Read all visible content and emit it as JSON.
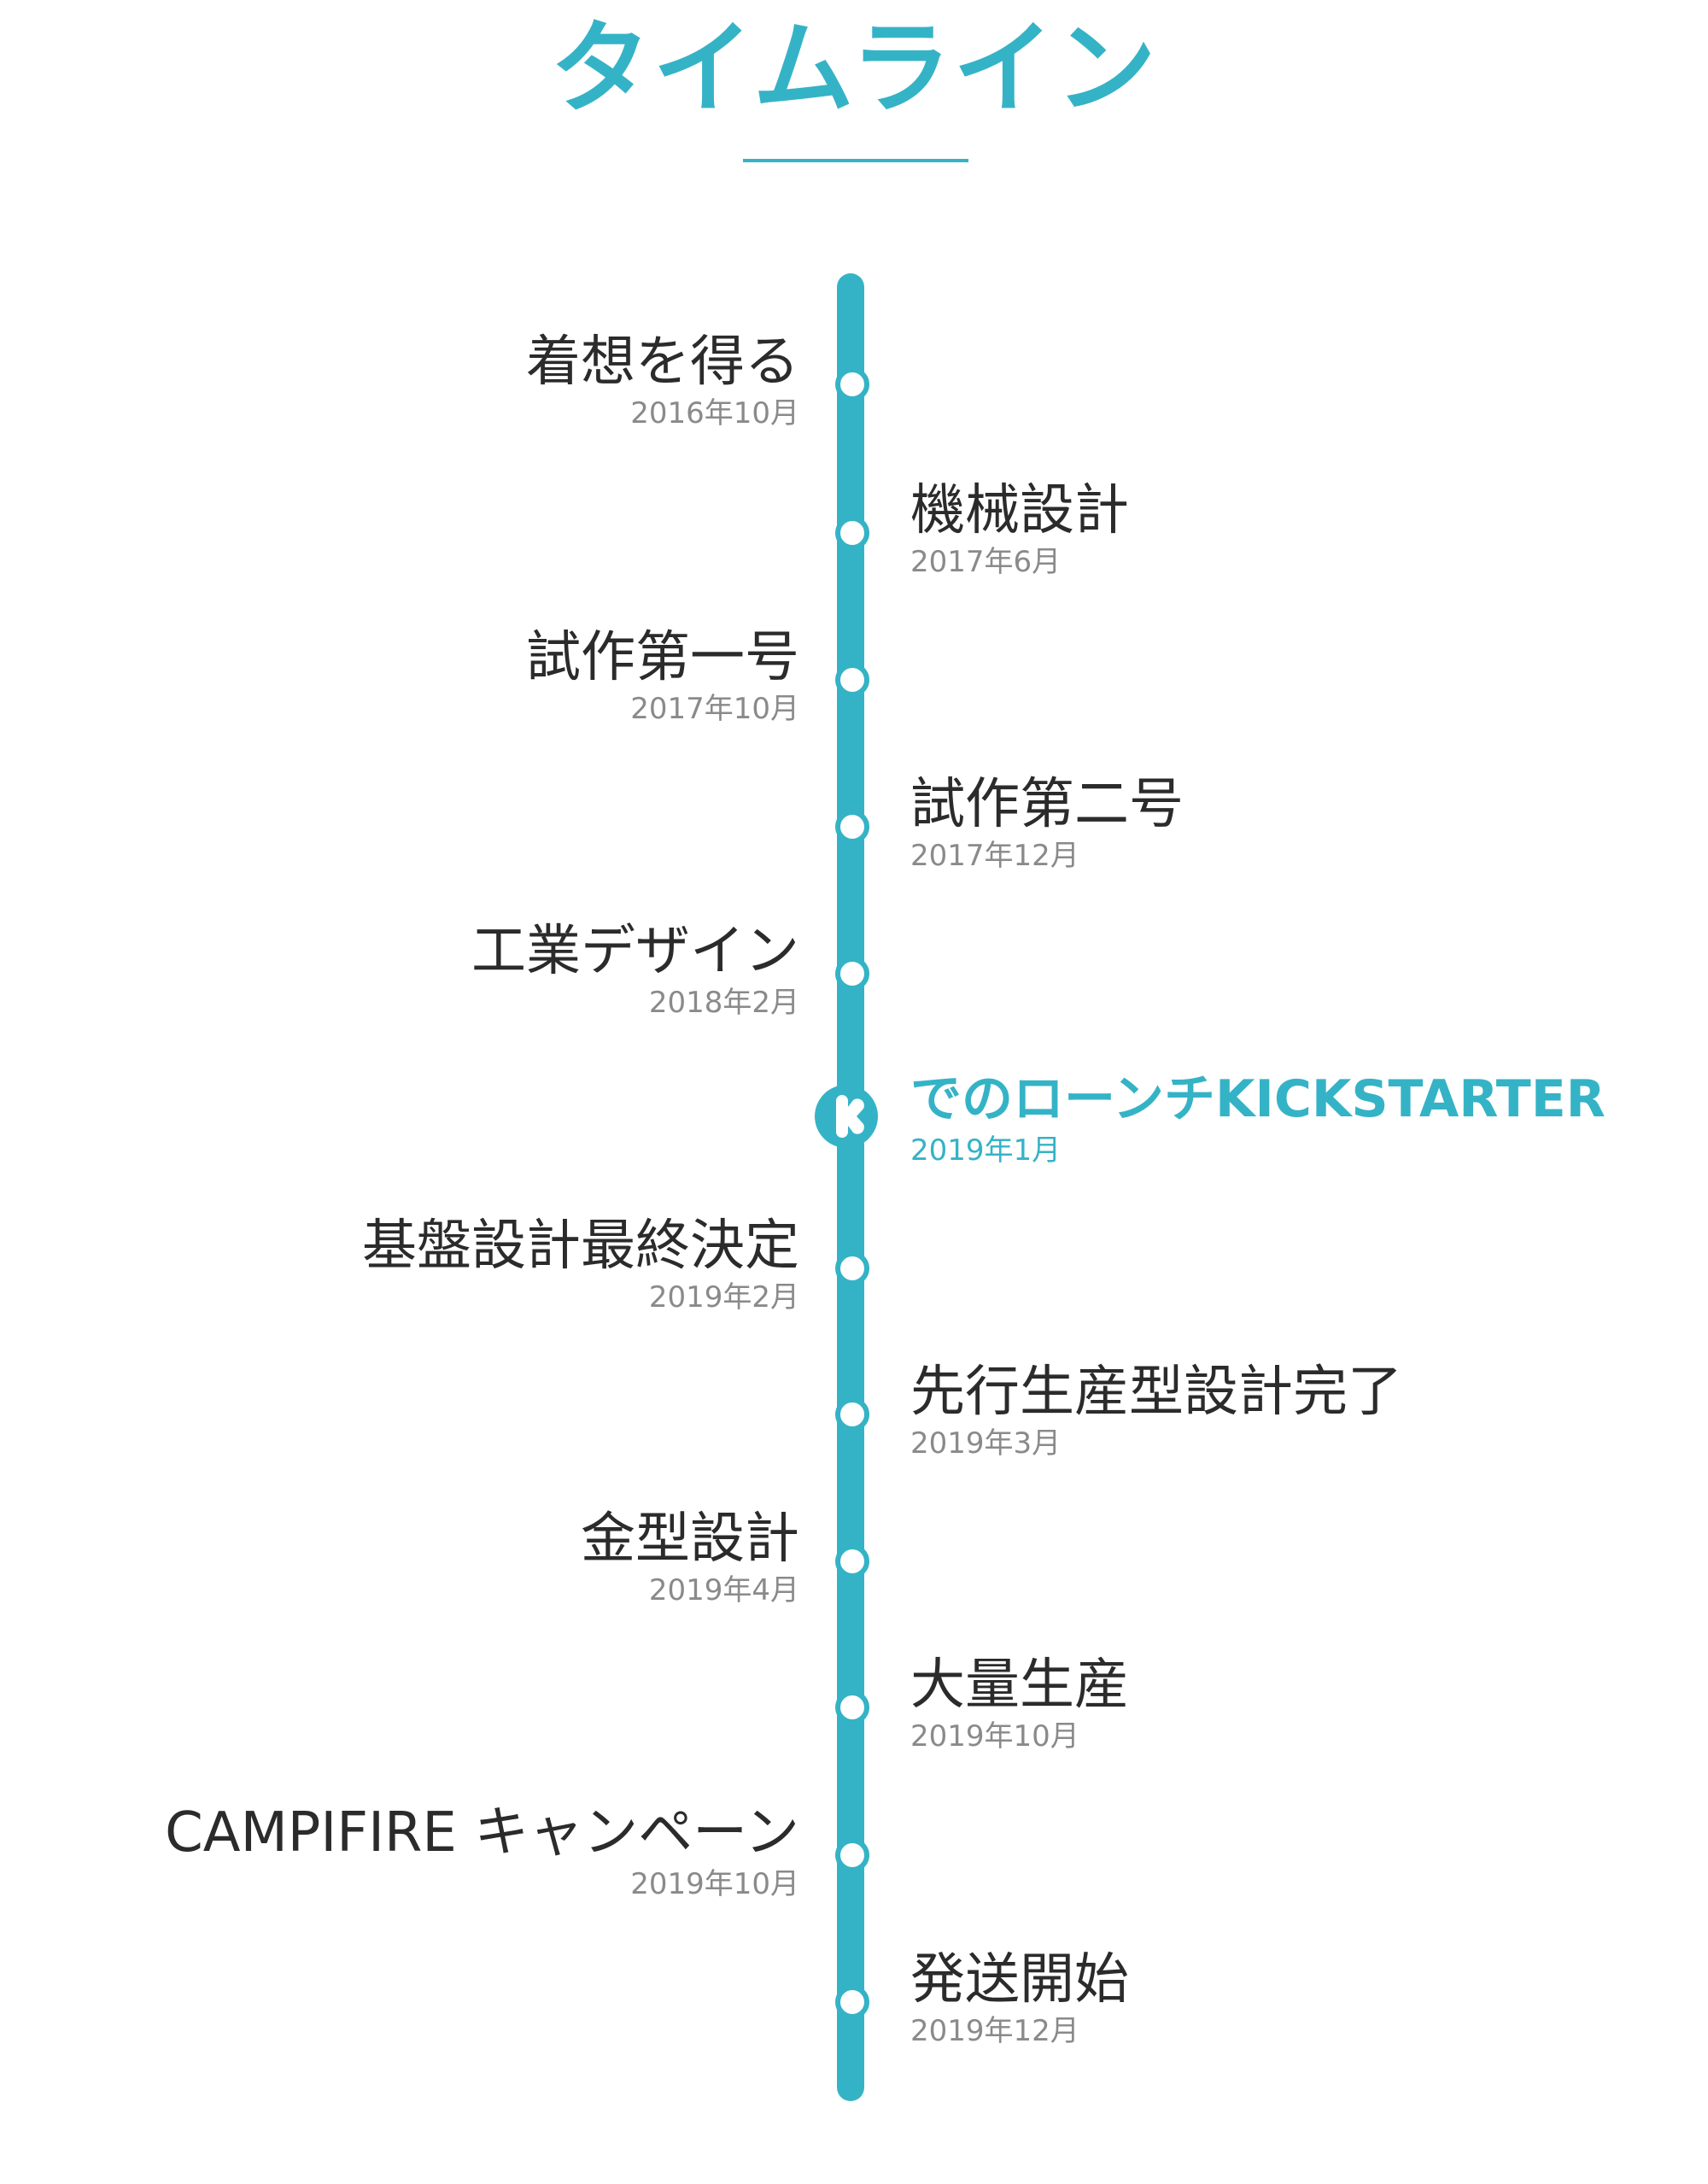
{
  "title": "タイムライン",
  "accent_color": "#35b3c6",
  "text_color": "#2b2b2b",
  "date_color": "#8a8a8a",
  "events": [
    {
      "label": "着想を得る",
      "date": "2016年10月",
      "side": "left"
    },
    {
      "label": "機械設計",
      "date": "2017年6月",
      "side": "right"
    },
    {
      "label": "試作第一号",
      "date": "2017年10月",
      "side": "left"
    },
    {
      "label": "試作第二号",
      "date": "2017年12月",
      "side": "right"
    },
    {
      "label": "工業デザイン",
      "date": "2018年2月",
      "side": "left"
    },
    {
      "label": "でのローンチKICKSTARTER",
      "date": "2019年1月",
      "side": "right",
      "highlight": true,
      "icon": "kickstarter-k-icon"
    },
    {
      "label": "基盤設計最終決定",
      "date": "2019年2月",
      "side": "left"
    },
    {
      "label": "先行生産型設計完了",
      "date": "2019年3月",
      "side": "right"
    },
    {
      "label": "金型設計",
      "date": "2019年4月",
      "side": "left"
    },
    {
      "label": "大量生産",
      "date": "2019年10月",
      "side": "right"
    },
    {
      "label": "CAMPIFIRE キャンペーン",
      "date": "2019年10月",
      "side": "left"
    },
    {
      "label": "発送開始",
      "date": "2019年12月",
      "side": "right"
    }
  ]
}
